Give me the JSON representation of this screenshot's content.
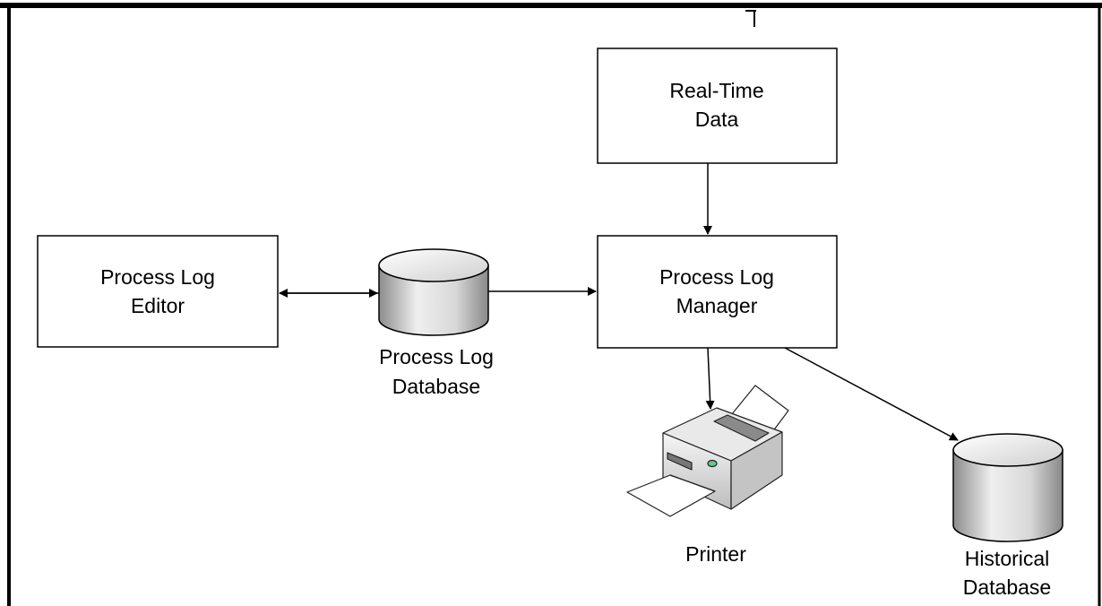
{
  "nodes": {
    "real_time_data": {
      "line1": "Real-Time",
      "line2": "Data"
    },
    "process_log_editor": {
      "line1": "Process Log",
      "line2": "Editor"
    },
    "process_log_manager": {
      "line1": "Process Log",
      "line2": "Manager"
    },
    "process_log_database": {
      "line1": "Process Log",
      "line2": "Database"
    },
    "printer": {
      "label": "Printer"
    },
    "historical_database": {
      "line1": "Historical",
      "line2": "Database"
    }
  },
  "colors": {
    "stroke": "#000000",
    "box_fill": "#ffffff",
    "cylinder_light": "#f4f4f4",
    "cylinder_dark": "#9a9a9a"
  }
}
